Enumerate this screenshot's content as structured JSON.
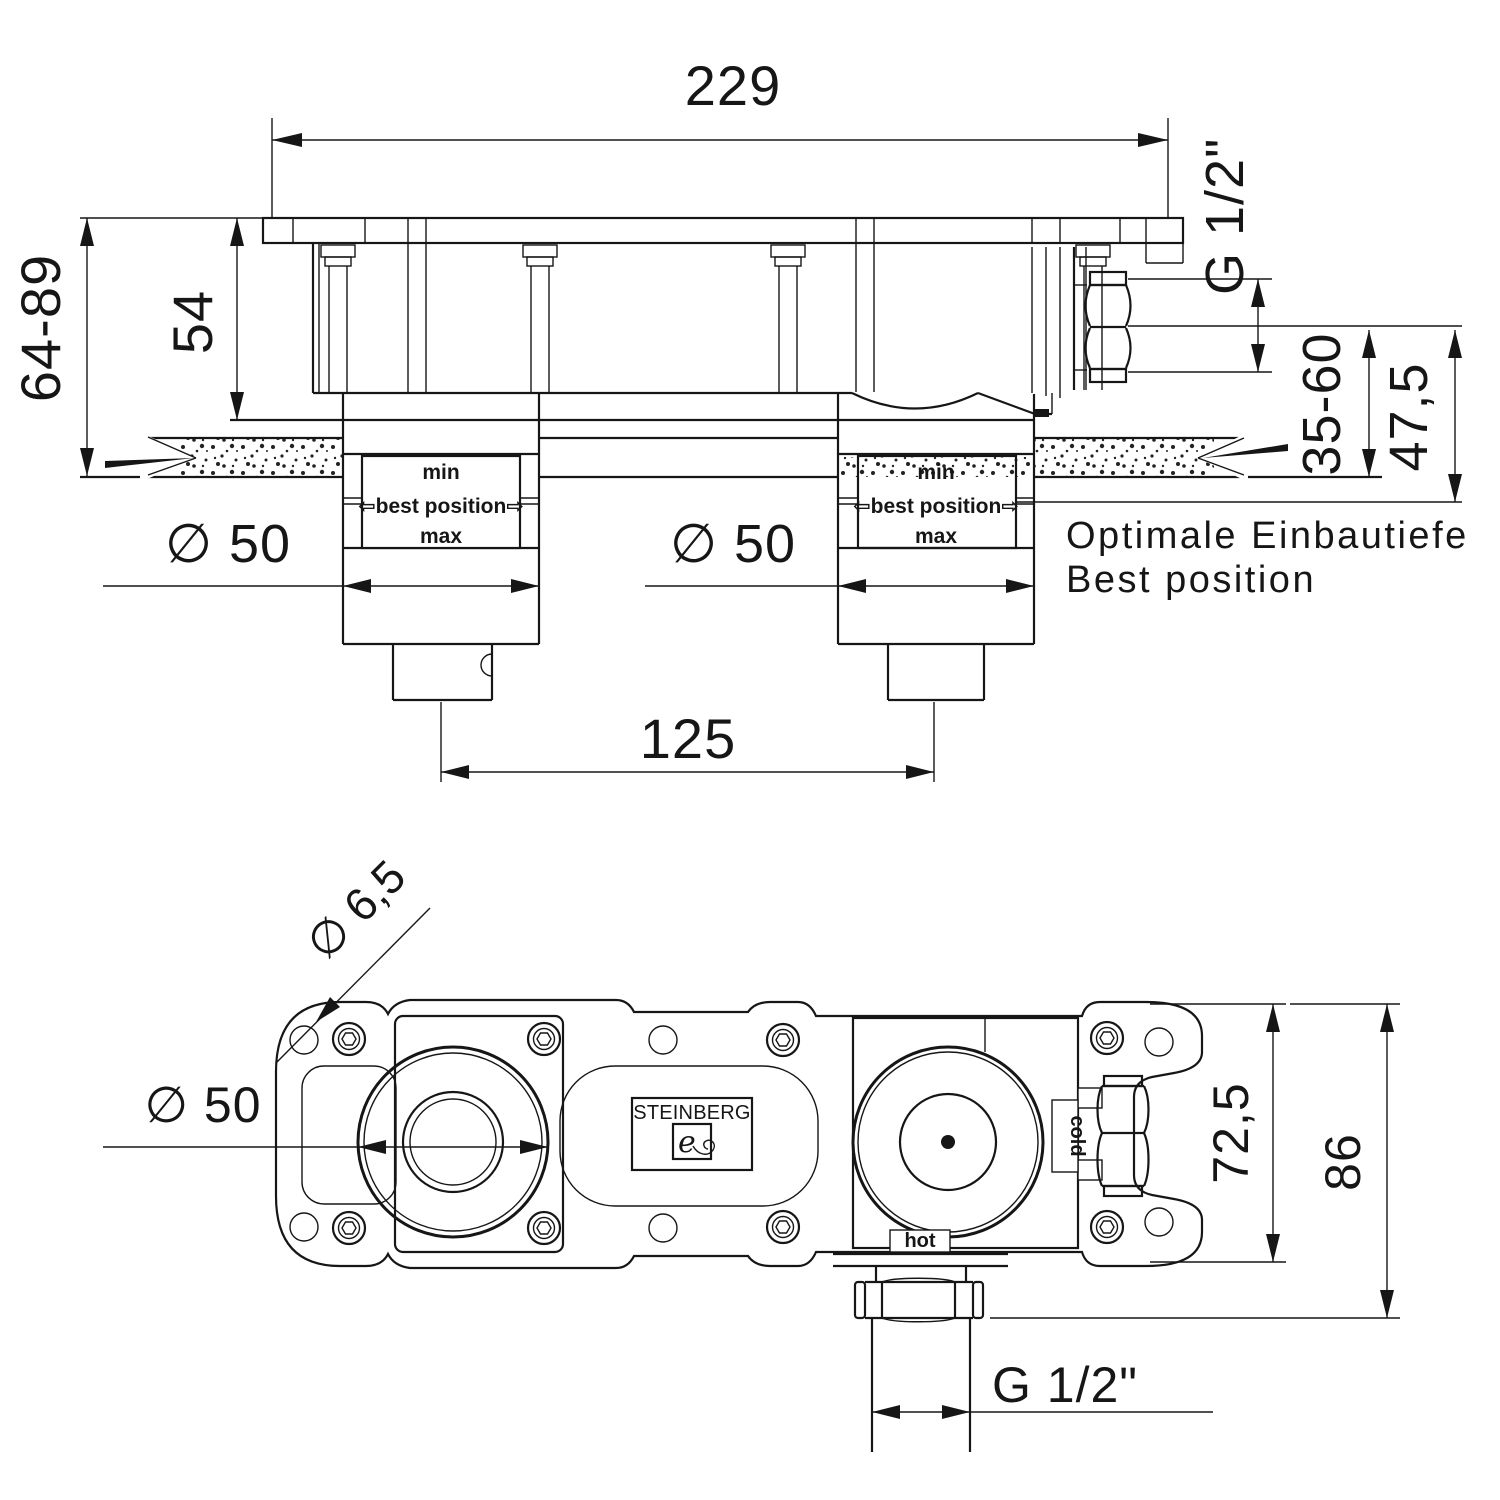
{
  "top_view": {
    "dims": {
      "width_total": "229",
      "thread_size": "G 1/2\"",
      "height_range": "64-89",
      "plate_depth": "54",
      "wall_depth_range": "35-60",
      "best_depth": "47,5",
      "hole_left": "∅ 50",
      "hole_right": "∅ 50",
      "center_distance": "125"
    },
    "cartridge": {
      "min": "min",
      "best_position": "⇦best position⇨",
      "max": "max"
    },
    "note_line1": "Optimale Einbautiefe",
    "note_line2": "Best position"
  },
  "bottom_view": {
    "dims": {
      "screw_hole": "∅ 6,5",
      "hole_left": "∅ 50",
      "body_height": "72,5",
      "total_height": "86",
      "thread_size": "G  1/2\""
    },
    "labels": {
      "hot": "hot",
      "cold": "cold"
    },
    "logo": {
      "name": "STEINBERG",
      "monogram": "e"
    }
  }
}
